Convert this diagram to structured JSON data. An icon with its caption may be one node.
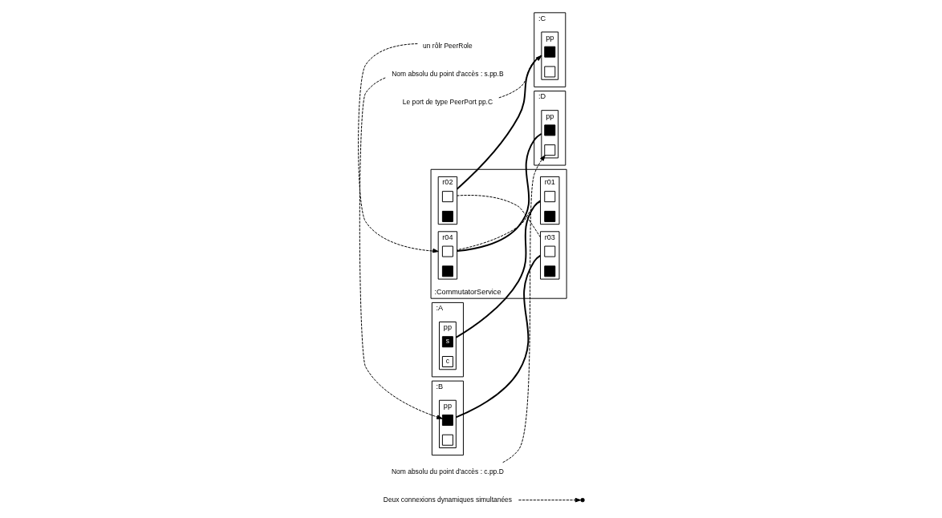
{
  "diagram": {
    "nodes": [
      {
        "text": [
          "Deux connexions dynamiques simultanées"
        ]
      },
      {
        "text": [
          "Le port de type PeerPort pp.C"
        ]
      },
      {
        "text": [
          ":A"
        ]
      },
      {
        "text": [
          "pp"
        ],
        "in": 2
      },
      {
        "text": [
          "s"
        ],
        "in": 3
      },
      {
        "text": [
          "c"
        ],
        "in": 3
      },
      {
        "text": [
          ":CommutatorService"
        ]
      },
      {
        "text": [
          "r01"
        ],
        "in": 6
      },
      {
        "text": [],
        "shape": "box",
        "in": 7
      },
      {
        "text": [],
        "shape": "box",
        "in": 7
      },
      {
        "text": [
          "r02"
        ],
        "in": 6
      },
      {
        "text": [],
        "shape": "box",
        "in": 10
      },
      {
        "text": [],
        "shape": "box",
        "in": 10
      },
      {
        "text": [
          ":C"
        ]
      },
      {
        "text": [
          "pp"
        ],
        "in": 13
      },
      {
        "text": [],
        "shape": "box",
        "in": 14
      },
      {
        "text": [],
        "shape": "box",
        "in": 14
      },
      {
        "text": [
          ":B"
        ]
      },
      {
        "text": [
          "pp"
        ],
        "in": 17
      },
      {
        "text": [],
        "shape": "box",
        "in": 18
      },
      {
        "text": [],
        "shape": "box",
        "in": 18
      },
      {
        "text": [
          "r03"
        ],
        "in": 6
      },
      {
        "text": [],
        "shape": "box",
        "in": 21
      },
      {
        "text": [],
        "shape": "box",
        "in": 21
      },
      {
        "text": [
          "r04"
        ],
        "in": 6
      },
      {
        "text": [],
        "shape": "box",
        "in": 24
      },
      {
        "text": [],
        "shape": "box",
        "in": 24
      },
      {
        "text": [
          ":D"
        ]
      },
      {
        "text": [
          "pp"
        ],
        "in": 27
      },
      {
        "text": [],
        "shape": "box",
        "in": 28
      },
      {
        "text": [],
        "shape": "box",
        "in": 28
      },
      {
        "text": [
          "Nom absolu du point d'accès : s.pp.B"
        ]
      },
      {
        "text": [
          "Nom absolu du point d'accès : c.pp.D"
        ]
      },
      {
        "text": [
          "un rôlr PeerRole"
        ]
      }
    ],
    "edges": [
      {
        "from": 3,
        "to": 7,
        "arrow": "none"
      },
      {
        "from": 10,
        "to": 14,
        "arrow": "none"
      },
      {
        "from": 18,
        "to": 21,
        "arrow": "none"
      },
      {
        "from": 24,
        "to": 28,
        "arrow": "none"
      },
      {
        "from": 7,
        "to": 24,
        "arrow": "none",
        "style": "dashed"
      },
      {
        "from": 10,
        "to": 21,
        "arrow": "none",
        "style": "dashed"
      },
      {
        "from": 0,
        "to": null,
        "arrow": "to",
        "style": "dashed"
      },
      {
        "from": 1,
        "to": 14,
        "arrow": "to",
        "style": "dashed"
      },
      {
        "from": 31,
        "to": 19,
        "arrow": "to",
        "style": "dashed"
      },
      {
        "from": 32,
        "to": 30,
        "arrow": "to",
        "style": "dashed"
      },
      {
        "from": 33,
        "to": 24,
        "arrow": "to",
        "style": "dashed"
      }
    ]
  }
}
